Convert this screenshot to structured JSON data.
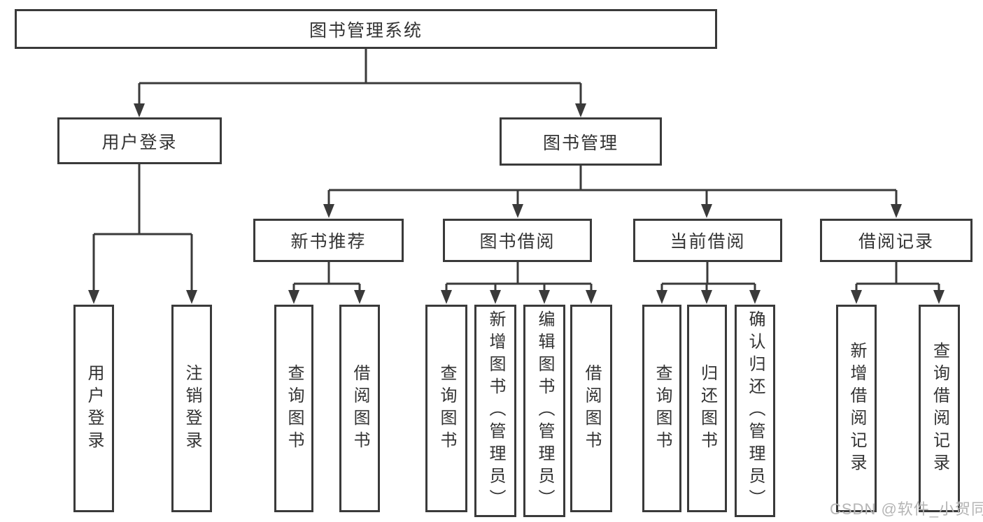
{
  "diagram": {
    "root": {
      "label": "图书管理系统"
    },
    "level2": [
      {
        "label": "用户登录"
      },
      {
        "label": "图书管理"
      }
    ],
    "level3": [
      {
        "label": "新书推荐"
      },
      {
        "label": "图书借阅"
      },
      {
        "label": "当前借阅"
      },
      {
        "label": "借阅记录"
      }
    ],
    "leaves": {
      "user_login": [
        "用户登录",
        "注销登录"
      ],
      "new_book": [
        "查询图书",
        "借阅图书"
      ],
      "book_borrow": [
        "查询图书",
        "新增图书（管理员）",
        "编辑图书（管理员）",
        "借阅图书"
      ],
      "current_borrow": [
        "查询图书",
        "归还图书",
        "确认归还（管理员）"
      ],
      "borrow_record": [
        "新增借阅记录",
        "查询借阅记录"
      ]
    },
    "watermark": "CSDN @软件_小贺同学",
    "colors": {
      "line": "#3a3a3a",
      "text": "#333333",
      "watermark": "#b5b5b5",
      "background": "#ffffff"
    }
  }
}
